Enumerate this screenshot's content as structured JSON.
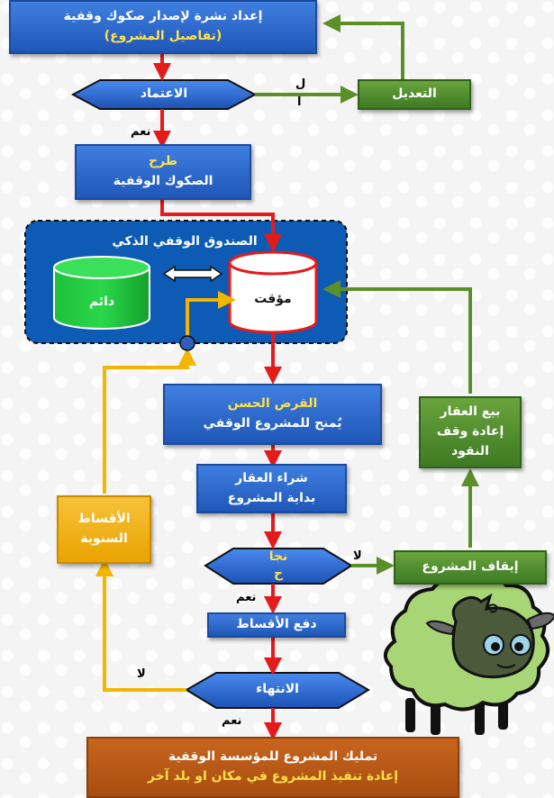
{
  "colors": {
    "blue": "#2a66cc",
    "green": "#4e8a2c",
    "orange": "#f0b000",
    "brown": "#b2551a",
    "red_arrow": "#e41b1b",
    "green_arrow": "#5a8f2a",
    "orange_arrow": "#f2b500",
    "fund_bg": "#0d5bb5"
  },
  "nodes": {
    "prepare": {
      "line1": "إعداد نشرة لإصدار صكوك وقفية",
      "line2": "(تفاصيل المشروع)"
    },
    "approval": "الاعتماد",
    "amend": "التعديل",
    "offer": {
      "line1": "طرح",
      "line2": "الصكوك الوقفية"
    },
    "fund_title": "الصندوق الوقفي الذكي",
    "permanent": "دائم",
    "temporary": "مؤقت",
    "loan": {
      "line1": "القرض الحسن",
      "line2": "يُمنح للمشروع الوقفي"
    },
    "purchase": {
      "line1": "شراء العقار",
      "line2": "بداية المشروع"
    },
    "success": {
      "line1": "نجا",
      "line2": "ح"
    },
    "stop": "إيقاف المشروع",
    "sell": {
      "line1": "بيع العقار",
      "line2": "إعادة وقف",
      "line3": "النقود"
    },
    "installments": "دفع الأقساط",
    "annual": {
      "line1": "الأقساط",
      "line2": "السنوية"
    },
    "end": "الانتهاء",
    "final": {
      "line1": "تمليك المشروع للمؤسسة الوقفية",
      "line2": "إعادة تنفيذ المشروع في مكان او بلد آخر"
    }
  },
  "labels": {
    "no_top_1": "ل",
    "no_top_2": "ا",
    "yes_1": "نعم",
    "no_success": "لا",
    "yes_2": "نعم",
    "no_end": "لا",
    "yes_3": "نعم"
  }
}
